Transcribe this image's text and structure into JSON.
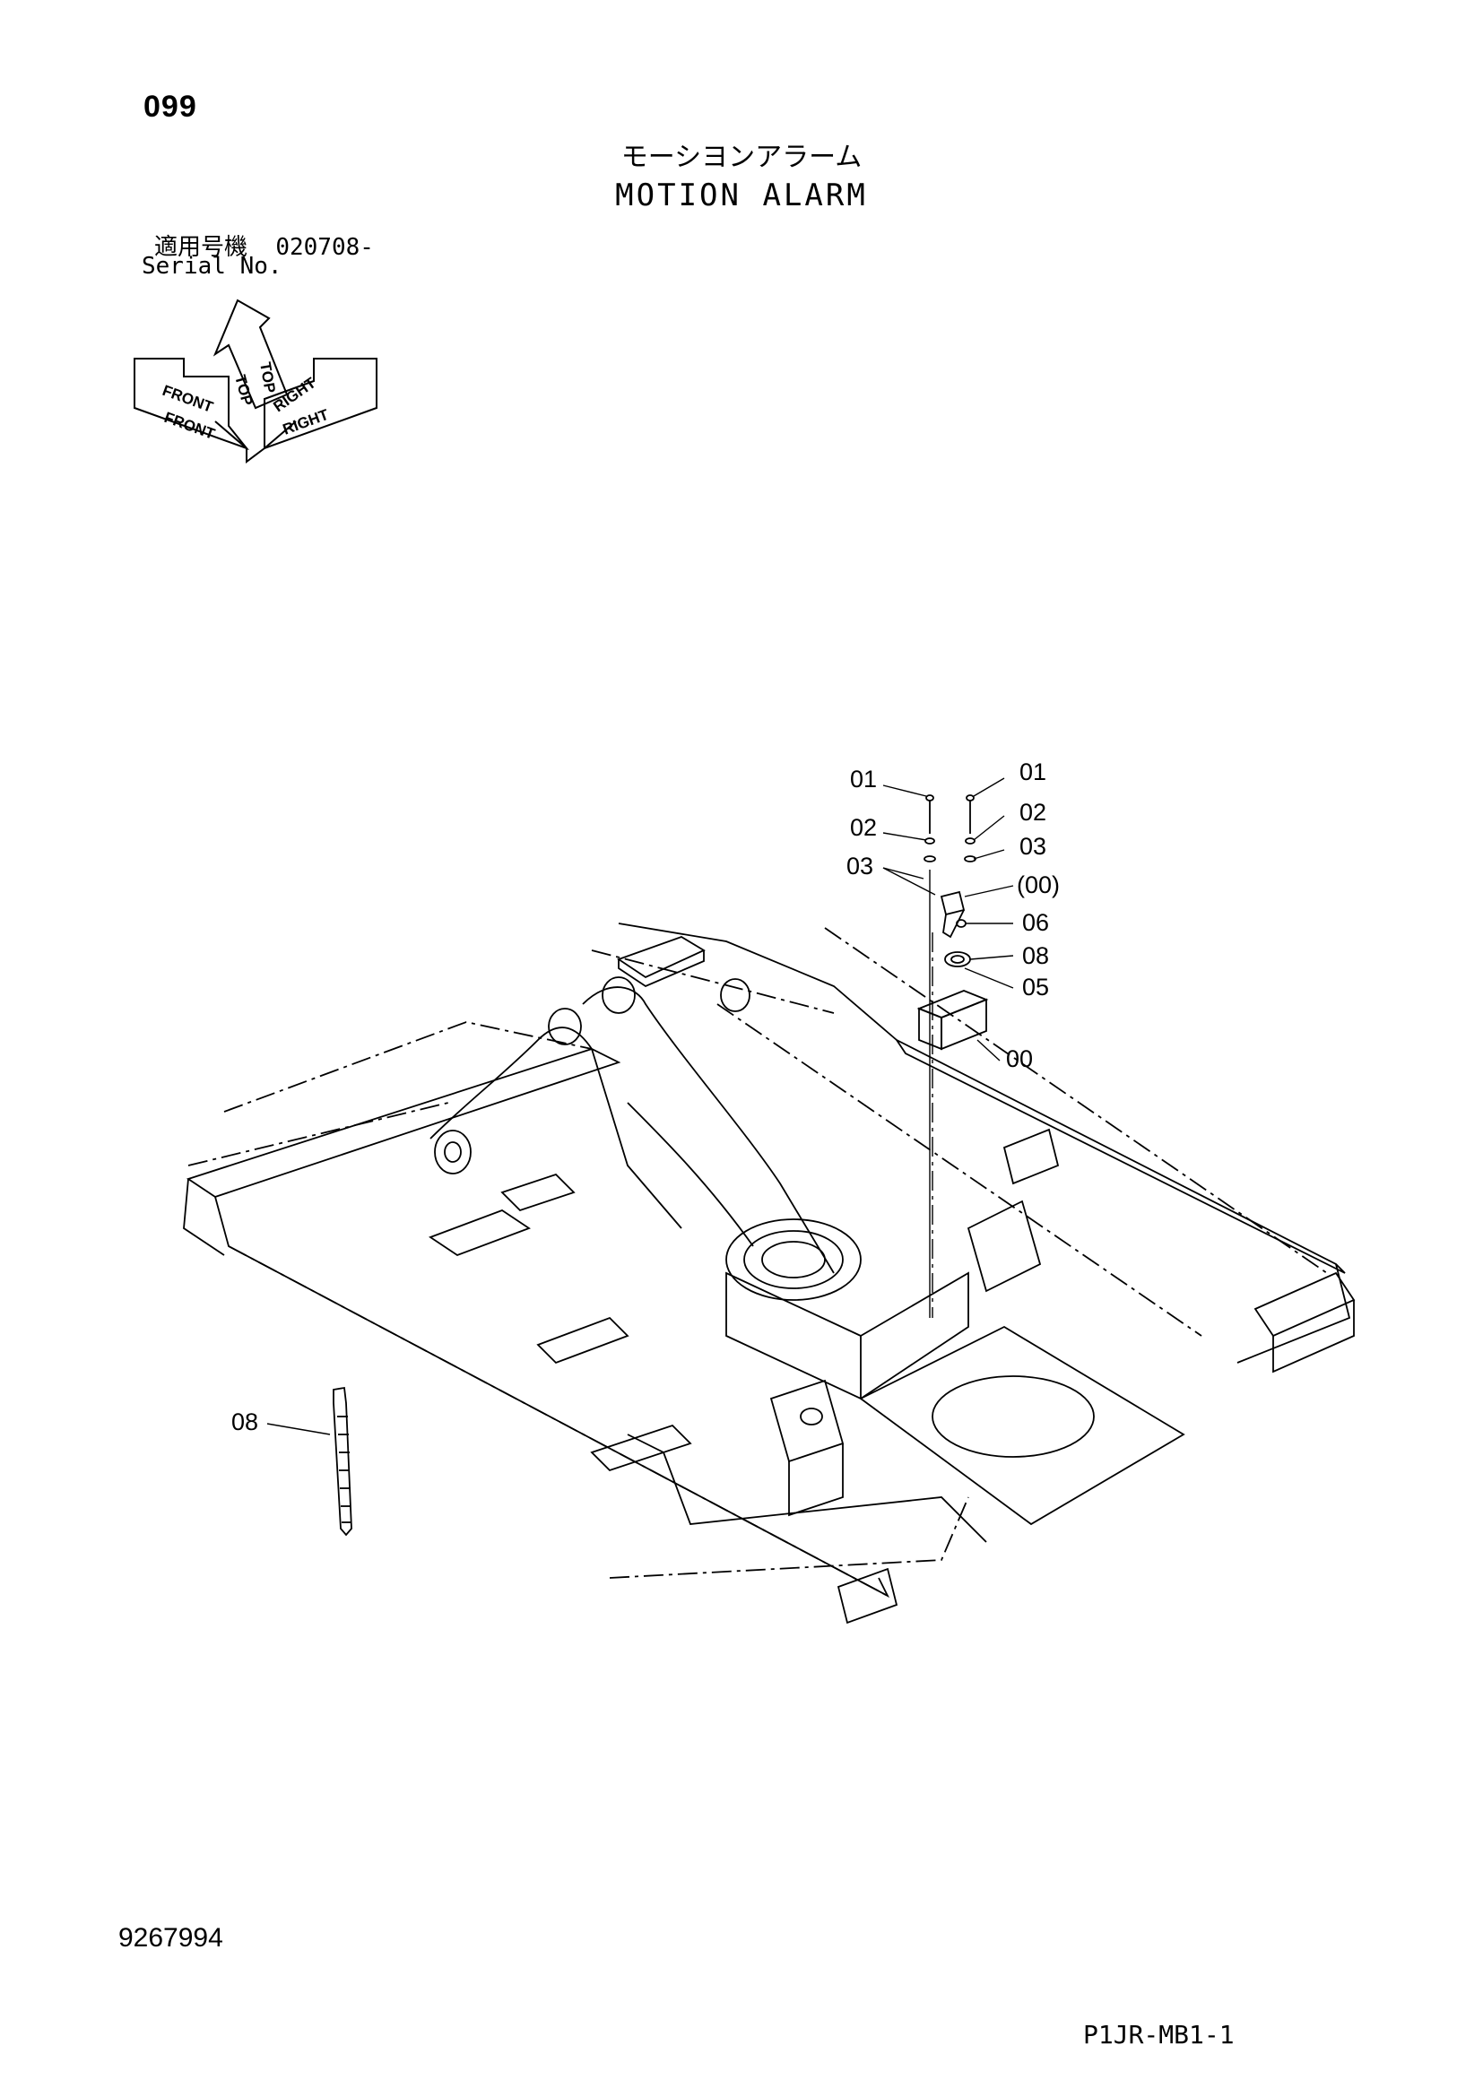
{
  "header": {
    "page_number": "099",
    "title_jp": "モーシヨンアラーム",
    "title_en": "MOTION ALARM",
    "serial_label_jp": "適用号機",
    "serial_value": "020708-",
    "serial_label_en": "Serial No."
  },
  "orientation": {
    "top": "TOP",
    "front": "FRONT",
    "right": "RIGHT"
  },
  "callouts": {
    "left_01": "01",
    "left_02": "02",
    "left_03": "03",
    "right_01": "01",
    "right_02": "02",
    "right_03": "03",
    "right_00_paren": "(00)",
    "right_06": "06",
    "right_08": "08",
    "right_05": "05",
    "right_00": "00",
    "tie_08": "08"
  },
  "footer": {
    "document_number": "9267994",
    "reference_code": "P1JR-MB1-1"
  }
}
